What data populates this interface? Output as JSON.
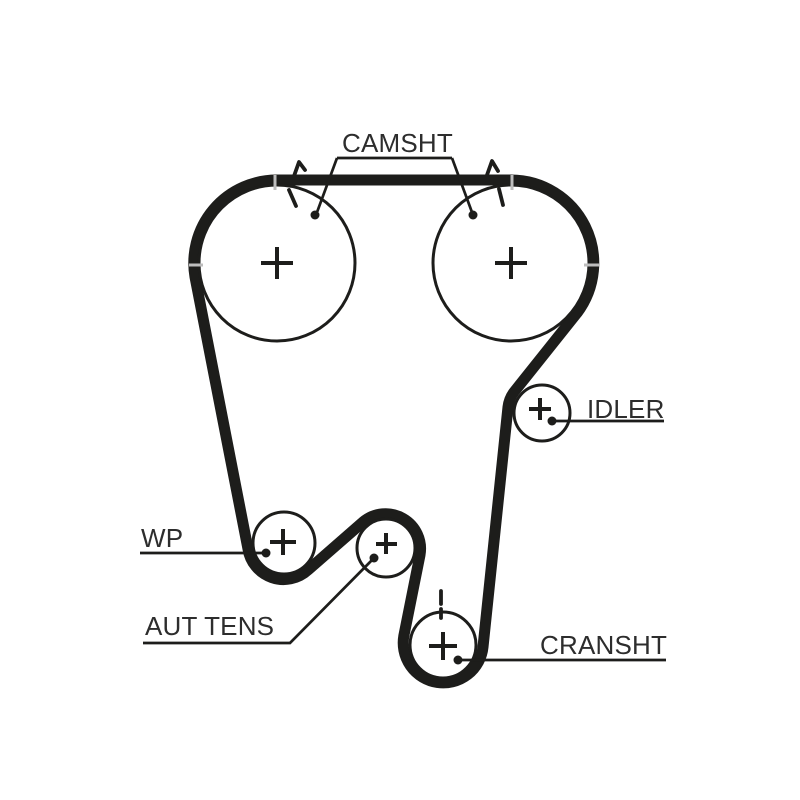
{
  "diagram": {
    "kind": "timing-belt-routing-diagram",
    "colors": {
      "background": "#ffffff",
      "line": "#1d1d1b",
      "label_text": "#2d2d2d",
      "alignment_tick": "#bdbdbd"
    },
    "labels": {
      "camshaft": "CAMSHT",
      "idler": "IDLER",
      "water_pump": "WP",
      "auto_tensioner": "AUT TENS",
      "crankshaft": "CRANSHT"
    },
    "components": [
      {
        "name": "camshaft-pulley-left",
        "label_key": "camshaft"
      },
      {
        "name": "camshaft-pulley-right",
        "label_key": "camshaft"
      },
      {
        "name": "idler-pulley",
        "label_key": "idler"
      },
      {
        "name": "water-pump-pulley",
        "label_key": "water_pump"
      },
      {
        "name": "automatic-tensioner-pulley",
        "label_key": "auto_tensioner"
      },
      {
        "name": "crankshaft-sprocket",
        "label_key": "crankshaft"
      }
    ]
  }
}
